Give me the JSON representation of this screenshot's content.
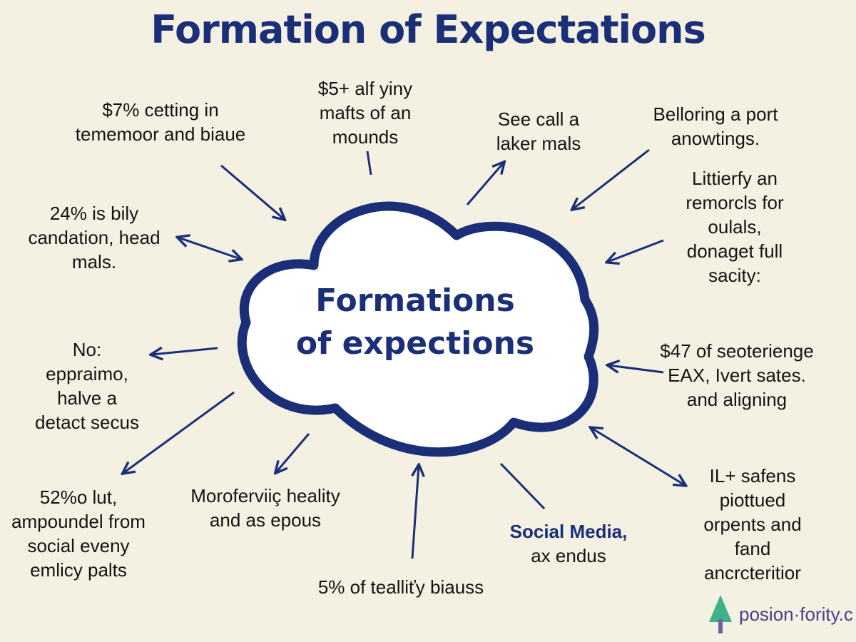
{
  "title": "Formation of Expectations",
  "center": {
    "line1": "Formations",
    "line2": "of expections"
  },
  "colors": {
    "accent": "#1b2f78",
    "background": "#f4f1e3",
    "logo": "#3fb08a"
  },
  "labels": [
    {
      "lines": [
        "$7% cetting in",
        "tememoor and biaue"
      ]
    },
    {
      "lines": [
        "$5+ alf yiny",
        "mafts of an",
        "mounds"
      ]
    },
    {
      "lines": [
        "See call a",
        "laker mals"
      ]
    },
    {
      "lines": [
        "Belloring a port",
        "anowtings."
      ]
    },
    {
      "lines": [
        "Littierfy an",
        "remorcls for",
        "oulals,",
        "donaget full",
        "sacity:"
      ]
    },
    {
      "lines": [
        "24% is bily",
        "candation, head",
        "mals."
      ]
    },
    {
      "lines": [
        "No:",
        "eppraimo,",
        "halve a",
        "detact secus"
      ]
    },
    {
      "lines": [
        "$47 of seoteriengе",
        "EAX, Ivert sates.",
        "and aligning"
      ]
    },
    {
      "lines": [
        "52%o lut,",
        "ampoundel from",
        "social eveny",
        "emlicy palts"
      ]
    },
    {
      "lines": [
        "Moroferviiç heality",
        "and as epous"
      ]
    },
    {
      "lines": [
        "5% of tealliťy biauss"
      ]
    },
    {
      "highlight": "Social Media,",
      "lines": [
        "ax endus"
      ]
    },
    {
      "lines": [
        "IL+ safens",
        "piottued",
        "orpents and",
        "fand",
        "ancrcteritior"
      ]
    }
  ],
  "logo": {
    "text": "posion·fority.c",
    "icon": "tree-icon"
  }
}
